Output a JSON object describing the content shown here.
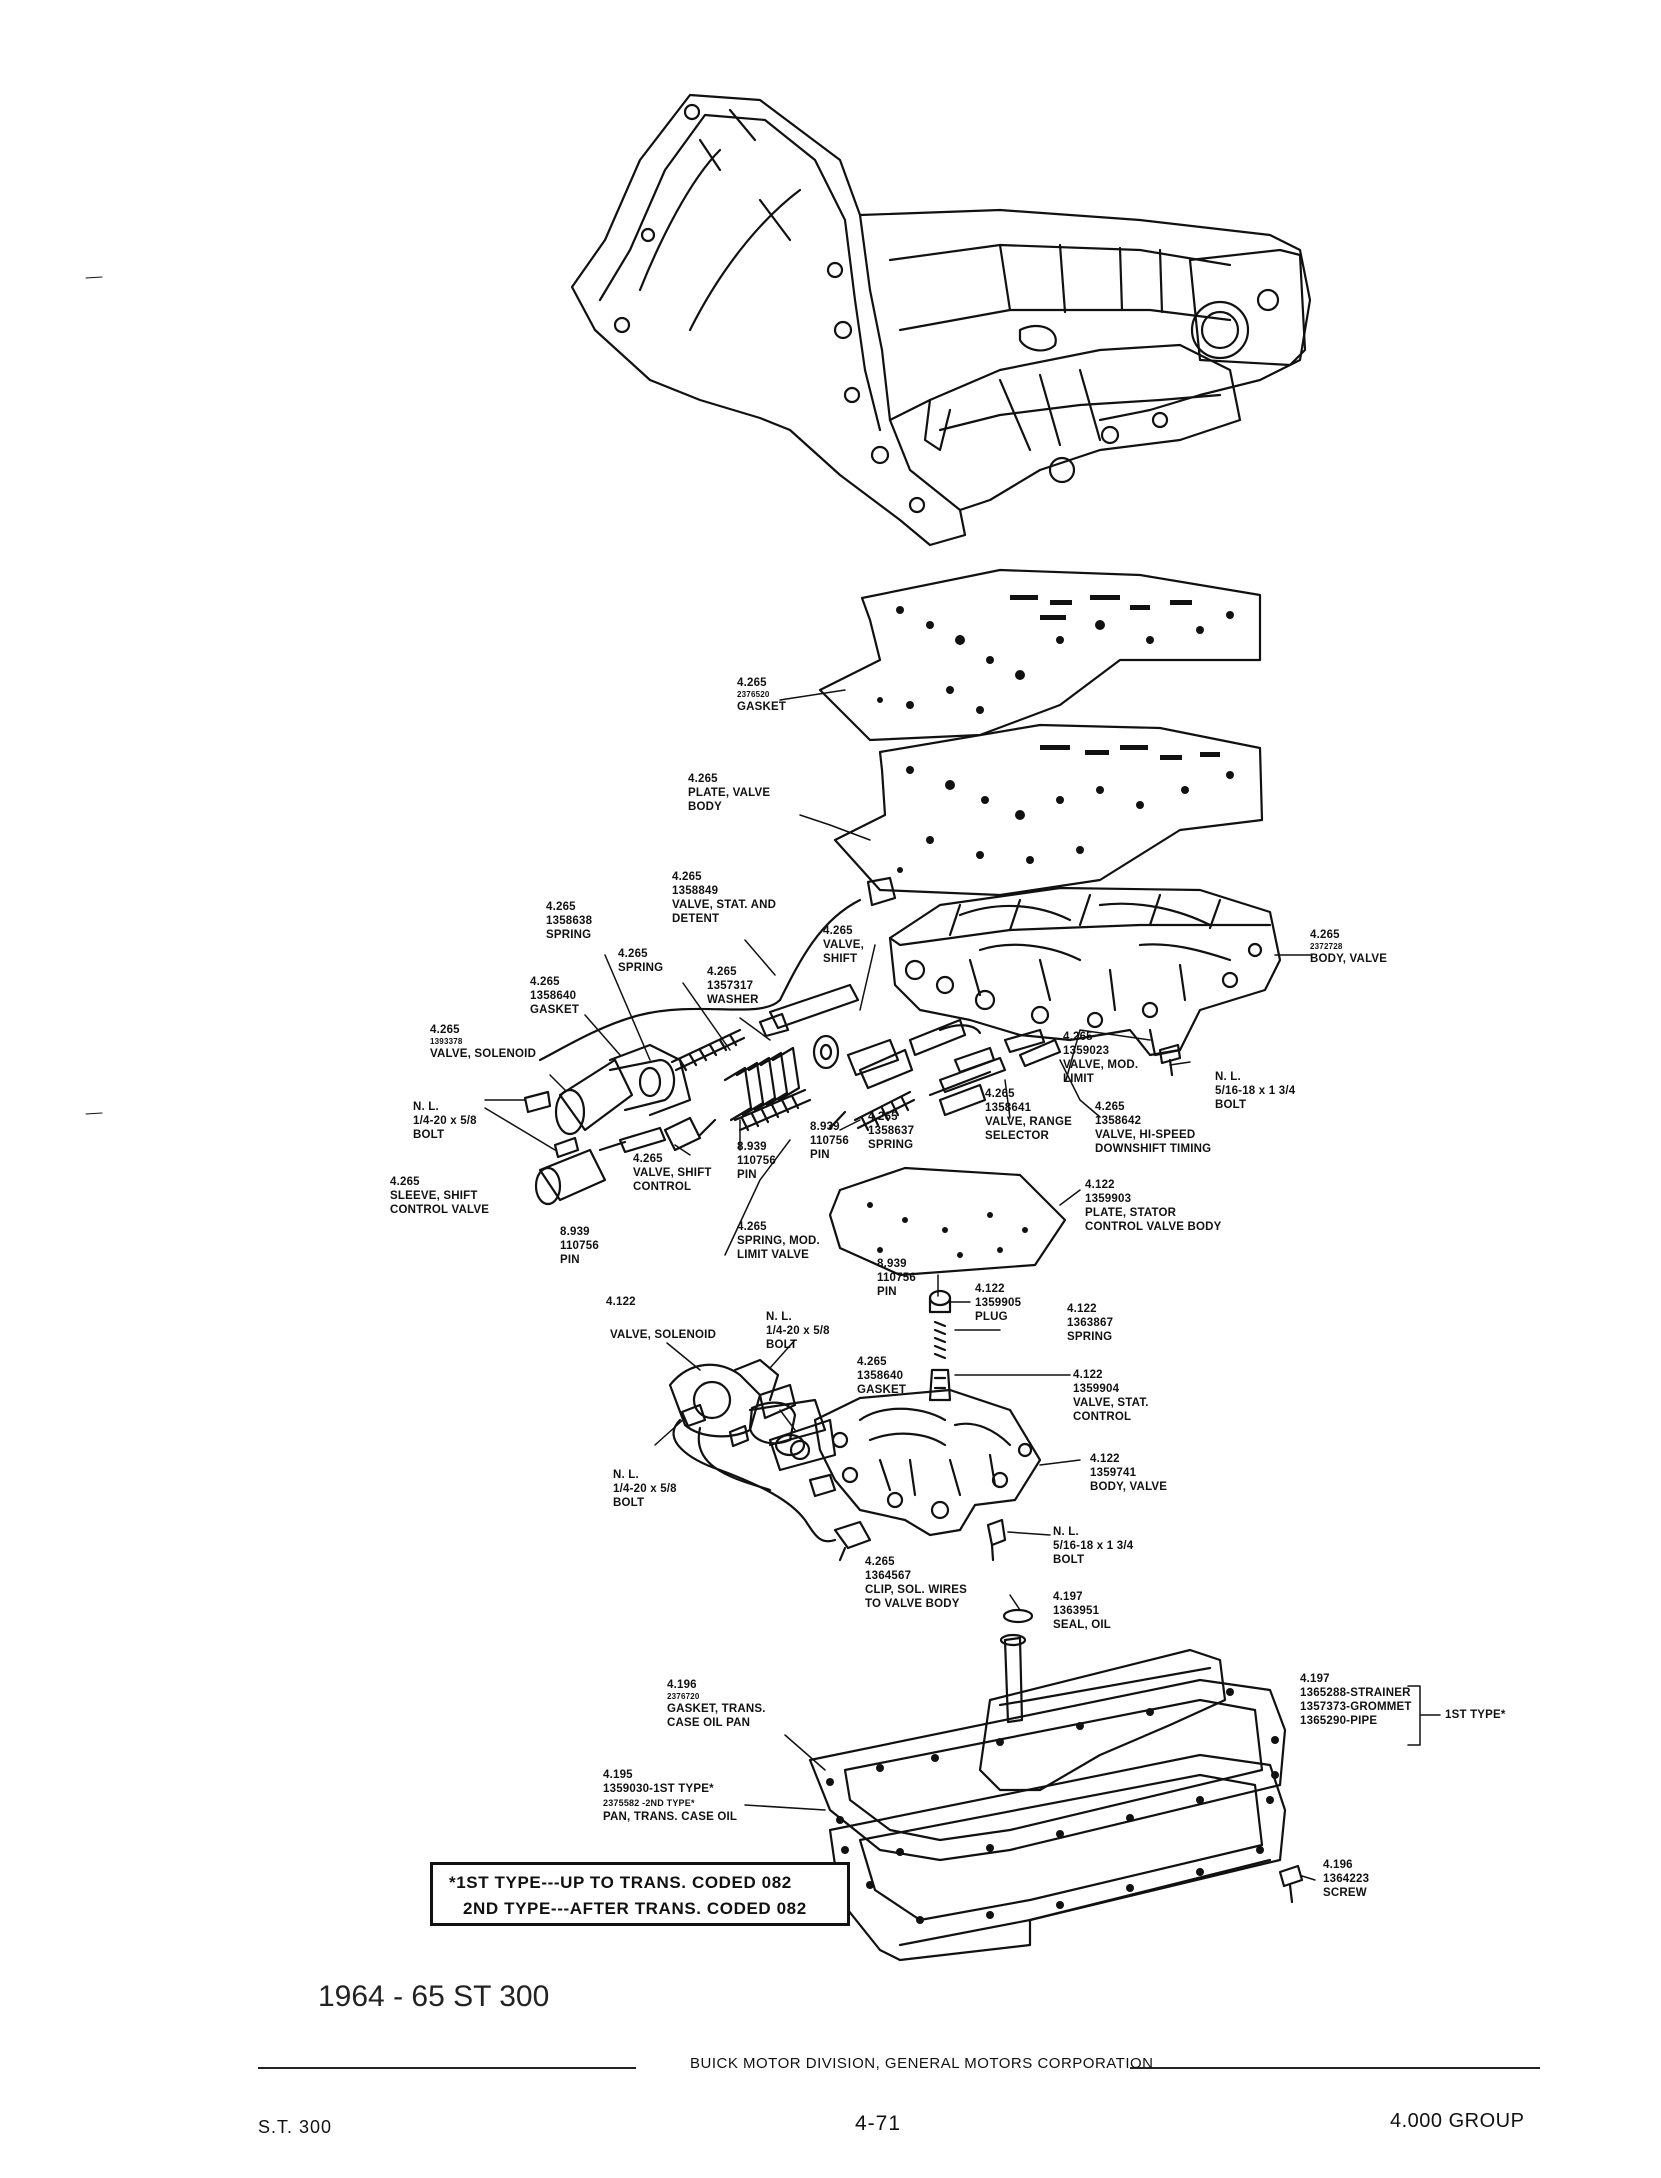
{
  "labels": {
    "gasket": [
      "4.265",
      "2376520",
      "GASKET"
    ],
    "plate_valve_body": [
      "4.265",
      "PLATE, VALVE",
      "BODY"
    ],
    "valve_stat_detent": [
      "4.265",
      "1358849",
      "VALVE, STAT. AND",
      "DETENT"
    ],
    "valve_shift": [
      "4.265",
      "VALVE,",
      "SHIFT"
    ],
    "body_valve_upper": [
      "4.265",
      "2372728",
      "BODY, VALVE"
    ],
    "spring_1358638": [
      "4.265",
      "1358638",
      "SPRING"
    ],
    "spring_a": [
      "4.265",
      "SPRING"
    ],
    "washer": [
      "4.265",
      "1357317",
      "WASHER"
    ],
    "gasket_1358640_upper": [
      "4.265",
      "1358640",
      "GASKET"
    ],
    "valve_solenoid_upper": [
      "4.265",
      "1393378",
      "VALVE, SOLENOID"
    ],
    "valve_mod_limit": [
      "4.265",
      "1359023",
      "VALVE, MOD.",
      "LIMIT"
    ],
    "nl_bolt_upper_right": [
      "N. L.",
      "5/16-18 x 1 3/4",
      "BOLT"
    ],
    "nl_bolt_upper_left": [
      "N. L.",
      "1/4-20 x 5/8",
      "BOLT"
    ],
    "valve_range_selector": [
      "4.265",
      "1358641",
      "VALVE, RANGE",
      "SELECTOR"
    ],
    "valve_hi_speed": [
      "4.265",
      "1358642",
      "VALVE, HI-SPEED",
      "DOWNSHIFT TIMING"
    ],
    "pin_a": [
      "8.939",
      "110756",
      "PIN"
    ],
    "spring_1358637": [
      "4.265",
      "1358637",
      "SPRING"
    ],
    "pin_b": [
      "8.939",
      "110756",
      "PIN"
    ],
    "valve_shift_control": [
      "4.265",
      "VALVE, SHIFT",
      "CONTROL"
    ],
    "sleeve_shift_control": [
      "4.265",
      "SLEEVE, SHIFT",
      "CONTROL VALVE"
    ],
    "pin_c": [
      "8.939",
      "110756",
      "PIN"
    ],
    "plate_stator": [
      "4.122",
      "1359903",
      "PLATE, STATOR",
      "CONTROL VALVE BODY"
    ],
    "spring_mod_limit": [
      "4.265",
      "SPRING, MOD.",
      "LIMIT VALVE"
    ],
    "pin_d": [
      "8.939",
      "110756",
      "PIN"
    ],
    "plug": [
      "4.122",
      "1359905",
      "PLUG"
    ],
    "spring_1363867": [
      "4.122",
      "1363867",
      "SPRING"
    ],
    "valve_solenoid_lower_num": [
      "4.122"
    ],
    "valve_solenoid_lower": [
      "VALVE, SOLENOID"
    ],
    "nl_bolt_lower_top": [
      "N. L.",
      "1/4-20 x 5/8",
      "BOLT"
    ],
    "gasket_1358640_lower": [
      "4.265",
      "1358640",
      "GASKET"
    ],
    "valve_stat_control": [
      "4.122",
      "1359904",
      "VALVE, STAT.",
      "CONTROL"
    ],
    "nl_bolt_lower_left": [
      "N. L.",
      "1/4-20 x 5/8",
      "BOLT"
    ],
    "body_valve_lower": [
      "4.122",
      "1359741",
      "BODY, VALVE"
    ],
    "nl_bolt_lower_right": [
      "N. L.",
      "5/16-18 x 1 3/4",
      "BOLT"
    ],
    "clip_sol_wires": [
      "4.265",
      "1364567",
      "CLIP, SOL. WIRES",
      "TO VALVE BODY"
    ],
    "seal_oil": [
      "4.197",
      "1363951",
      "SEAL, OIL"
    ],
    "gasket_trans_case": [
      "4.196",
      "2376720",
      "GASKET, TRANS.",
      "CASE OIL PAN"
    ],
    "strainer": [
      "4.197",
      "1365288-STRAINER",
      "1357373-GROMMET",
      "1365290-PIPE"
    ],
    "first_type": [
      "1ST TYPE*"
    ],
    "pan_trans_case": [
      "4.195",
      "1359030-1ST TYPE*",
      "2375582 -2ND TYPE*",
      "PAN, TRANS. CASE OIL"
    ],
    "screw": [
      "4.196",
      "1364223",
      "SCREW"
    ]
  },
  "legend": {
    "line1": "*1ST TYPE---UP TO TRANS. CODED 082",
    "line2": "2ND TYPE---AFTER TRANS. CODED 082"
  },
  "title": "1964 - 65 ST 300",
  "footer": {
    "division": "BUICK MOTOR DIVISION, GENERAL MOTORS CORPORATION",
    "left": "S.T. 300",
    "center": "4-71",
    "right": "4.000 GROUP"
  }
}
